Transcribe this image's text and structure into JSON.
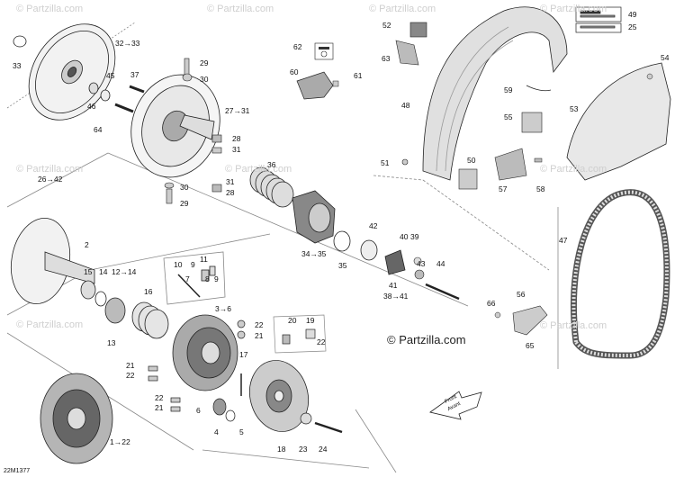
{
  "watermark": {
    "text": "© Partzilla.com",
    "main_text": "© Partzilla.com"
  },
  "drawing_code": "22M1377",
  "callouts": {
    "c33": "33",
    "c32_33": "32→33",
    "c45": "45",
    "c46": "46",
    "c37": "37",
    "c64": "64",
    "c29a": "29",
    "c30a": "30",
    "c27_31": "27→31",
    "c28a": "28",
    "c31a": "31",
    "c26_42": "26→42",
    "c36": "36",
    "c31b": "31",
    "c28b": "28",
    "c30b": "30",
    "c29b": "29",
    "c34_35": "34→35",
    "c35": "35",
    "c42": "42",
    "c40": "40",
    "c39": "39",
    "c43": "43",
    "c44": "44",
    "c41": "41",
    "c38_41": "38→41",
    "c2": "2",
    "c15": "15",
    "c14": "14",
    "c12_14": "12→14",
    "c16": "16",
    "c13": "13",
    "c10": "10",
    "c9a": "9",
    "c11": "11",
    "c7": "7",
    "c8": "8",
    "c9b": "9",
    "c3_6": "3→6",
    "c22a": "22",
    "c21a": "21",
    "c20": "20",
    "c19": "19",
    "c22b": "22",
    "c21b": "21",
    "c22c": "22",
    "c17": "17",
    "c22d": "22",
    "c21c": "21",
    "c6": "6",
    "c4": "4",
    "c5": "5",
    "c18": "18",
    "c23": "23",
    "c24": "24",
    "c1_22": "1→22",
    "c62": "62",
    "c60": "60",
    "c61": "61",
    "c52": "52",
    "c63": "63",
    "c48": "48",
    "c49": "49",
    "c25": "25",
    "c54": "54",
    "c53": "53",
    "c59": "59",
    "c55": "55",
    "c51": "51",
    "c50": "50",
    "c57": "57",
    "c58": "58",
    "c47": "47",
    "c66": "66",
    "c56": "56",
    "c65": "65"
  },
  "front_arrow": {
    "line1": "Front",
    "line2": "Avant"
  }
}
